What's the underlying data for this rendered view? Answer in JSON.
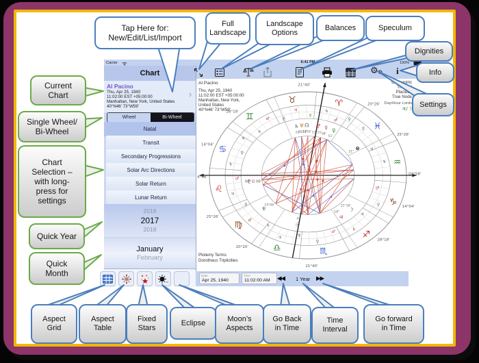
{
  "colors": {
    "frame_purple": "#8d3468",
    "border_gold": "#f2b705",
    "callout_blue": "#4a7ebd",
    "callout_green": "#6aaa46",
    "aspect_red": "#cc5544",
    "aspect_blue": "#6677cc"
  },
  "callouts": {
    "tap_here": "Tap Here for:\nNew/Edit/List/Import",
    "full_landscape": "Full\nLandscape",
    "landscape_options": "Landscape\nOptions",
    "balances": "Balances",
    "speculum": "Speculum",
    "dignities": "Dignities",
    "info": "Info",
    "settings": "Settings",
    "current_chart": "Current\nChart",
    "single_wheel": "Single Wheel/\nBi-Wheel",
    "chart_selection": "Chart\nSelection –\nwith long-\npress for\nsettings",
    "quick_year": "Quick Year",
    "quick_month": "Quick\nMonth",
    "aspect_grid": "Aspect\nGrid",
    "aspect_table": "Aspect\nTable",
    "fixed_stars": "Fixed\nStars",
    "eclipse": "Eclipse",
    "moons_aspects": "Moon’s\nAspects",
    "go_back": "Go Back\nin Time",
    "time_interval": "Time\nInterval",
    "go_forward": "Go forward\nin Time"
  },
  "app": {
    "statusbar": {
      "carrier": "Carrier",
      "time": "6:41 PM",
      "battery": "100%"
    },
    "sidebar": {
      "title": "Chart",
      "current_chart": {
        "name": "Al Pacino",
        "line1": "Thu, Apr 25, 1940",
        "line2": "11:02:00 EST +05:00:00",
        "line3": "Manhattan, New York, United States",
        "line4": "40°N46' 73°W59'",
        "chevron": "›"
      },
      "segmented": {
        "wheel": "Wheel",
        "biwheel": "Bi-Wheel",
        "selected": "Bi-Wheel"
      },
      "chart_types": [
        "Natal",
        "Transit",
        "Secondary Progressions",
        "Solar Arc Directions",
        "Solar Return",
        "Lunar Return"
      ],
      "selected_chart_type": "Natal",
      "years": [
        "2016",
        "2017",
        "2018"
      ],
      "selected_year": "2017",
      "months": [
        "January",
        "February"
      ],
      "selected_month": "January",
      "toolbar_icons": [
        "aspect-grid-icon",
        "aspect-table-icon",
        "fixed-stars-icon",
        "eclipse-icon",
        "moons-aspects-icon"
      ]
    },
    "main": {
      "toolbar_icons": [
        "full-landscape-icon",
        "landscape-options-icon",
        "balances-icon",
        "share-icon",
        "speculum-icon",
        "print-icon",
        "dignities-icon",
        "settings-icon",
        "info-icon"
      ],
      "settings_glyph": "⚙",
      "info_glyph": "i",
      "chart_info_left": {
        "name": "Al Pacino",
        "line1": "Thu, Apr 25, 1940",
        "line2": "11:02:00 EST +05:00:00",
        "line3": "Manhattan, New York,",
        "line4": "United States",
        "line5": "40°N46' 73°W59'"
      },
      "chart_info_right": "Geocentric\nTropical\nPlacidus\nTrue Node",
      "day_hour_lords_label": "Day/Hour Lords",
      "day_hour_lords_value": "♃/☽",
      "terms_line1": "Ptolemy Terms",
      "terms_line2": "Dorotheus Triplicities",
      "transport": {
        "date_label": "Date",
        "date_value": "Apr 25, 1940",
        "time_label": "Time",
        "time_value": "11:02:00 AM",
        "rewind": "◀◀",
        "interval": "1 Year",
        "forward": "▶▶"
      },
      "wheel": {
        "signs": [
          {
            "name": "aries",
            "glyph": "♈",
            "angle": 70,
            "color": "#c03030"
          },
          {
            "name": "taurus",
            "glyph": "♉",
            "angle": 100,
            "color": "#8a4a22"
          },
          {
            "name": "gemini",
            "glyph": "♊",
            "angle": 130,
            "color": "#2f7d2f"
          },
          {
            "name": "cancer",
            "glyph": "♋",
            "angle": 160,
            "color": "#3355cc"
          },
          {
            "name": "leo",
            "glyph": "♌",
            "angle": 190,
            "color": "#c03030"
          },
          {
            "name": "virgo",
            "glyph": "♍",
            "angle": 220,
            "color": "#8a4a22"
          },
          {
            "name": "libra",
            "glyph": "♎",
            "angle": 250,
            "color": "#2f7d2f"
          },
          {
            "name": "scorpio",
            "glyph": "♏",
            "angle": 280,
            "color": "#3355cc"
          },
          {
            "name": "sagittarius",
            "glyph": "♐",
            "angle": 310,
            "color": "#c03030"
          },
          {
            "name": "capricorn",
            "glyph": "♑",
            "angle": 340,
            "color": "#8a4a22"
          },
          {
            "name": "aquarius",
            "glyph": "♒",
            "angle": 10,
            "color": "#2f7d2f"
          },
          {
            "name": "pisces",
            "glyph": "♓",
            "angle": 40,
            "color": "#3355cc"
          }
        ],
        "cusp_labels": [
          {
            "text": "21°40'",
            "angle": 92
          },
          {
            "text": "28°18'",
            "angle": 135
          },
          {
            "text": "14°04'",
            "angle": 160
          },
          {
            "text": "04°58'",
            "angle": 181
          },
          {
            "text": "25°26'",
            "angle": 207
          },
          {
            "text": "20°20'",
            "angle": 232
          },
          {
            "text": "21°40'",
            "angle": 272
          },
          {
            "text": "28°18'",
            "angle": 315
          },
          {
            "text": "14°04'",
            "angle": 340
          },
          {
            "text": "04°58'",
            "angle": 1
          },
          {
            "text": "25°26'",
            "angle": 27
          },
          {
            "text": "20°26'",
            "angle": 52
          }
        ],
        "asc_label_parts": [
          {
            "t": "00' ",
            "c": "#666"
          },
          {
            "t": "Ω",
            "c": "#c03030"
          },
          {
            "t": " 08'",
            "c": "#666"
          }
        ],
        "asc_label_angle": 187,
        "house_cusps": [
          30,
          60,
          110,
          140,
          210,
          240,
          300,
          330
        ],
        "axes": {
          "asc": 180,
          "mc": 81,
          "ic": 261
        },
        "planets": [
          {
            "glyph": "♄",
            "angle": 101,
            "color": "#444",
            "label": "21°"
          },
          {
            "glyph": "♅",
            "angle": 96,
            "color": "#c6761d",
            "label": "0554'"
          },
          {
            "glyph": "☊",
            "angle": 91,
            "color": "#555",
            "label": "1759'"
          },
          {
            "glyph": "♂",
            "angle": 80,
            "color": "#c03030",
            "label": "17°11'"
          },
          {
            "glyph": "☿",
            "angle": 72,
            "color": "#c03030",
            "label": "08'"
          },
          {
            "glyph": "♀",
            "angle": 64,
            "color": "#2f7d2f",
            "label": "51'"
          },
          {
            "glyph": "⊗",
            "angle": 33,
            "color": "#222",
            "label": "21°"
          },
          {
            "glyph": "♆",
            "angle": 222,
            "color": "#2f7d2f",
            "label": "23°06'"
          },
          {
            "glyph": "♇",
            "angle": 187,
            "color": "#555",
            "label": ""
          },
          {
            "glyph": "☽",
            "angle": 317,
            "color": "#333",
            "label": "21°18'"
          },
          {
            "glyph": "♃",
            "angle": 304,
            "color": "#c03030",
            "label": "18°"
          },
          {
            "glyph": "☉",
            "angle": 260,
            "color": "#555",
            "label": "47'"
          }
        ],
        "ring_glyphs": [
          {
            "glyph": "♀",
            "angle": 58,
            "color": "#2f7d2f"
          },
          {
            "glyph": "♂",
            "angle": 67,
            "color": "#b33b2b"
          },
          {
            "glyph": "♄",
            "angle": 76,
            "color": "#333"
          },
          {
            "glyph": "☿",
            "angle": 88,
            "color": "#2f7d2f"
          },
          {
            "glyph": "♃",
            "angle": 99,
            "color": "#b33b2b"
          },
          {
            "glyph": "♀",
            "angle": 110,
            "color": "#2f7d2f"
          },
          {
            "glyph": "♂",
            "angle": 121,
            "color": "#b33b2b"
          },
          {
            "glyph": "♄",
            "angle": 133,
            "color": "#6b4226"
          },
          {
            "glyph": "♃",
            "angle": 146,
            "color": "#2f7d2f"
          },
          {
            "glyph": "♀",
            "angle": 158,
            "color": "#2f7d2f"
          },
          {
            "glyph": "♄",
            "angle": 170,
            "color": "#333"
          },
          {
            "glyph": "♂",
            "angle": 183,
            "color": "#b33b2b"
          },
          {
            "glyph": "♃",
            "angle": 196,
            "color": "#2f7d2f"
          },
          {
            "glyph": "♀",
            "angle": 209,
            "color": "#2f7d2f"
          },
          {
            "glyph": "♂",
            "angle": 222,
            "color": "#b33b2b"
          },
          {
            "glyph": "♄",
            "angle": 236,
            "color": "#6b4226"
          },
          {
            "glyph": "♃",
            "angle": 249,
            "color": "#2f7d2f"
          },
          {
            "glyph": "☿",
            "angle": 263,
            "color": "#333"
          },
          {
            "glyph": "♀",
            "angle": 277,
            "color": "#2f7d2f"
          },
          {
            "glyph": "♂",
            "angle": 291,
            "color": "#b33b2b"
          },
          {
            "glyph": "♄",
            "angle": 306,
            "color": "#6b4226"
          },
          {
            "glyph": "♃",
            "angle": 320,
            "color": "#2f7d2f"
          },
          {
            "glyph": "♀",
            "angle": 334,
            "color": "#2f7d2f"
          },
          {
            "glyph": "♂",
            "angle": 348,
            "color": "#b33b2b"
          },
          {
            "glyph": "♄",
            "angle": 12,
            "color": "#333"
          },
          {
            "glyph": "♃",
            "angle": 26,
            "color": "#2f7d2f"
          },
          {
            "glyph": "♀",
            "angle": 45,
            "color": "#2f7d2f"
          }
        ],
        "aspects": {
          "red": [
            [
              66,
              250
            ],
            [
              66,
              262
            ],
            [
              66,
              285
            ],
            [
              74,
              250
            ],
            [
              74,
              270
            ],
            [
              82,
              262
            ],
            [
              82,
              285
            ],
            [
              90,
              270
            ],
            [
              90,
              250
            ],
            [
              98,
              285
            ],
            [
              106,
              270
            ],
            [
              106,
              226
            ],
            [
              66,
              178
            ],
            [
              74,
              186
            ],
            [
              82,
              194
            ],
            [
              178,
              8
            ],
            [
              186,
              8
            ],
            [
              186,
              355
            ],
            [
              194,
              16
            ],
            [
              226,
              74
            ],
            [
              226,
              8
            ],
            [
              250,
              106
            ],
            [
              250,
              16
            ],
            [
              262,
              8
            ],
            [
              270,
              98
            ],
            [
              285,
              16
            ],
            [
              285,
              355
            ],
            [
              285,
              194
            ],
            [
              285,
              74
            ],
            [
              270,
              186
            ]
          ],
          "blue": [
            [
              106,
              285
            ],
            [
              98,
              262
            ],
            [
              16,
              250
            ],
            [
              186,
              66
            ],
            [
              355,
              270
            ],
            [
              194,
              285
            ],
            [
              66,
              16
            ]
          ]
        }
      }
    }
  }
}
